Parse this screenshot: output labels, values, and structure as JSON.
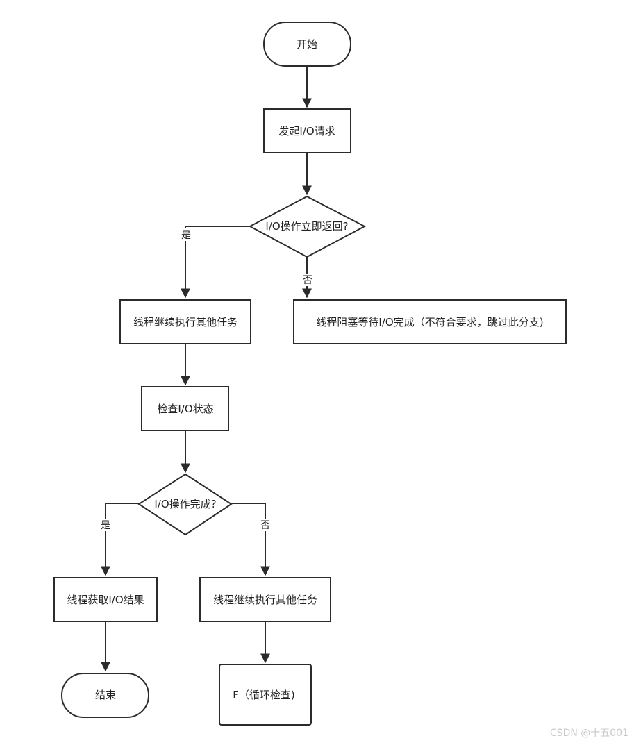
{
  "nodes": {
    "start": "开始",
    "send_request": "发起I/O请求",
    "decision_immediate": "I/O操作立即返回?",
    "continue_tasks_1": "线程继续执行其他任务",
    "block_wait": "线程阻塞等待I/O完成（不符合要求，跳过此分支)",
    "check_status": "检查I/O状态",
    "decision_done": "I/O操作完成?",
    "get_result": "线程获取I/O结果",
    "continue_tasks_2": "线程继续执行其他任务",
    "end": "结束",
    "loop_check": "F（循环检查)"
  },
  "edge_labels": {
    "immediate_yes": "是",
    "immediate_no": "否",
    "done_yes": "是",
    "done_no": "否"
  },
  "watermark": "CSDN @十五001"
}
